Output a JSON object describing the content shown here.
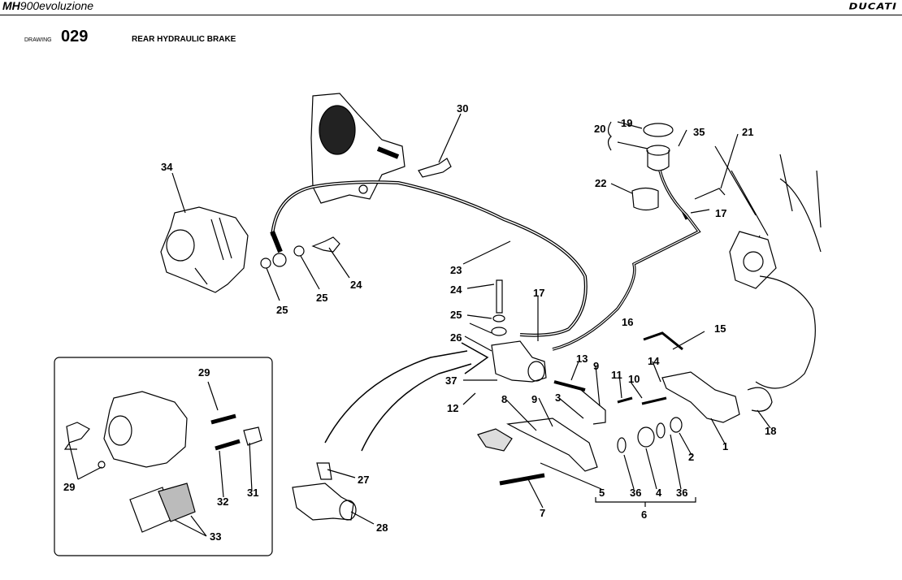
{
  "header": {
    "model_bold": "MH",
    "model_rest": "900evoluzione",
    "brand": "DUCATI"
  },
  "drawing": {
    "word": "DRAWING",
    "number": "029",
    "title": "REAR HYDRAULIC BRAKE"
  },
  "callouts": [
    "34",
    "30",
    "24",
    "25",
    "25",
    "23",
    "24",
    "25",
    "17",
    "16",
    "26",
    "37",
    "12",
    "13",
    "9",
    "3",
    "10",
    "11",
    "14",
    "15",
    "19",
    "20",
    "35",
    "21",
    "22",
    "17",
    "8",
    "9",
    "5",
    "36",
    "4",
    "36",
    "2",
    "1",
    "18",
    "6",
    "7",
    "27",
    "28",
    "29",
    "29",
    "32",
    "31",
    "33"
  ]
}
